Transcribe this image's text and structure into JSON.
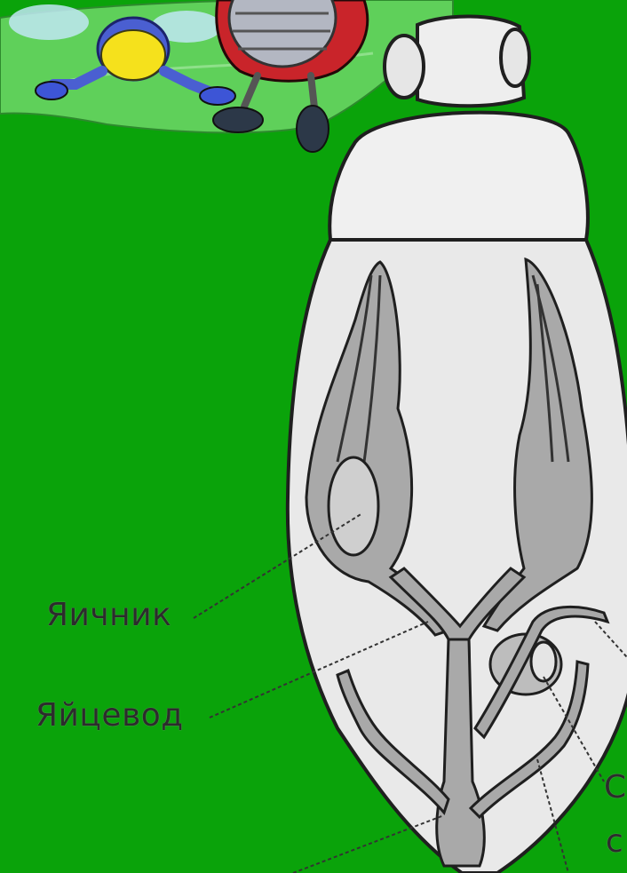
{
  "labels": {
    "ovary": "Яичник",
    "oviduct": "Яйцевод",
    "cut_right_1": "С",
    "cut_right_2": "с"
  },
  "colors": {
    "background": "#0aa30a",
    "body_fill": "#e9e9e9",
    "organ_fill": "#a9a9a9",
    "outline": "#1f1f1f"
  }
}
